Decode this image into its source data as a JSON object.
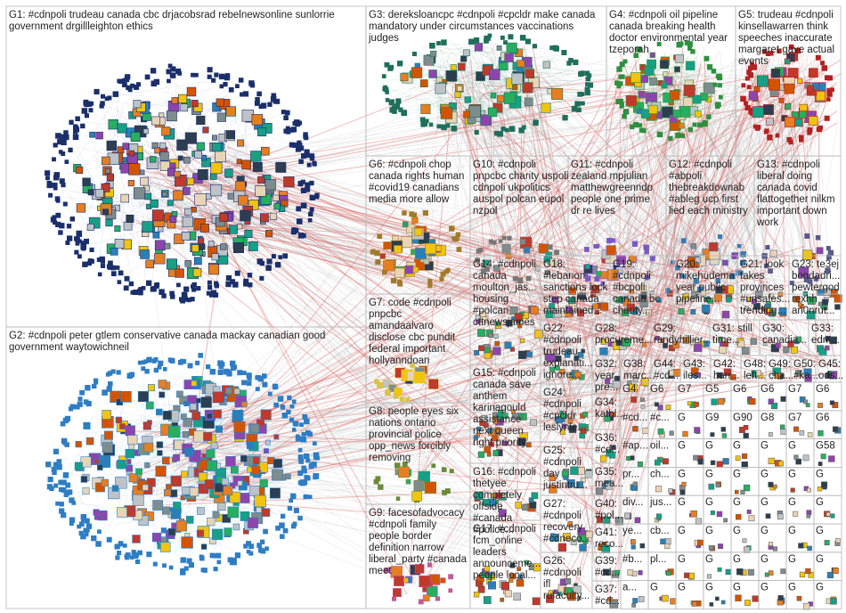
{
  "groups": [
    {
      "id": "G1",
      "lines": [
        "G1: #cdnpoli trudeau canada cbc drjacobsrad rebelnewsonline sunlorrie",
        "government drgillleighton ethics"
      ],
      "color": "#2a3a7a"
    },
    {
      "id": "G2",
      "lines": [
        "G2: #cdnpoli peter gtlem conservative canada mackay canadian good",
        "government waytowichneil"
      ],
      "color": "#2b6cb0"
    },
    {
      "id": "G3",
      "lines": [
        "G3: dereksloancpc #cdnpoli #cpcldr make canada",
        "mandatory under circumstances vaccinations",
        "judges"
      ],
      "color": "#1f6f5a"
    },
    {
      "id": "G4",
      "lines": [
        "G4: #cdnpoli oil pipeline",
        "canada breaking health",
        "doctor environmental year",
        "tzeporah"
      ],
      "color": "#2f8f3f"
    },
    {
      "id": "G5",
      "lines": [
        "G5: trudeau #cdnpoli",
        "kinsellawarren think",
        "speeches inaccurate",
        "margaret gave actual",
        "events"
      ],
      "color": "#b22222"
    },
    {
      "id": "G6",
      "lines": [
        "G6: #cdnpoli chop",
        "canada rights human",
        "#covid19 canadians",
        "media more allow"
      ],
      "color": "#8a6a2a"
    },
    {
      "id": "G7",
      "lines": [
        "G7: code #cdnpoli",
        "pnpcbc",
        "amandaalvaro",
        "disclose cbc pundit",
        "federal important",
        "hollyanndoan"
      ],
      "color": "#d9c24a"
    },
    {
      "id": "G8",
      "lines": [
        "G8: people eyes six",
        "nations ontario",
        "provincial police",
        "opp_news forcibly",
        "removing"
      ],
      "color": "#6a8a3a"
    },
    {
      "id": "G9",
      "lines": [
        "G9: facesofadvocacy",
        "#cdnpoli family",
        "people border",
        "definition narrow",
        "liberal_party #canada",
        "meet"
      ],
      "color": "#c05a9a"
    },
    {
      "id": "G10",
      "lines": [
        "G10: #cdnpoli",
        "pnpcbc charity uspoli",
        "cdnpoli ukpolitics",
        "auspol polcan eupol",
        "nzpol"
      ],
      "color": "#6a6a6a"
    },
    {
      "id": "G11",
      "lines": [
        "G11: #cdnpoli",
        "zealand mpjulian",
        "matthewgreenndp",
        "people one prime",
        "dr re lives"
      ],
      "color": "#7a5ac0"
    },
    {
      "id": "G12",
      "lines": [
        "G12: #cdnpoli",
        "#abpoli",
        "thebreakdownab",
        "#ableg ucp first",
        "lied each ministry"
      ],
      "color": "#3a7ab0"
    },
    {
      "id": "G13",
      "lines": [
        "G13: #cdnpoli",
        "liberal doing",
        "canada covid",
        "flattogether nilkm",
        "important down",
        "work"
      ],
      "color": "#5a5a8a"
    },
    {
      "id": "G14",
      "lines": [
        "G14: #cdnpoli",
        "canada",
        "moulton_jas...",
        "housing",
        "#polcan",
        "cttnewsjames"
      ],
      "color": "#8a8a5a"
    },
    {
      "id": "G15",
      "lines": [
        "G15: #cdnpoli",
        "canada save",
        "anthem",
        "karinagould",
        "assistance",
        "next queen",
        "right priority"
      ],
      "color": "#5a8a5a"
    },
    {
      "id": "G16",
      "lines": [
        "G16: #cdnpoli",
        "thetyee",
        "completely",
        "offside",
        "#canada",
        "#police..."
      ],
      "color": "#7a7a3a"
    },
    {
      "id": "G17",
      "lines": [
        "G17: #cdnpoli",
        "fcm_online",
        "leaders",
        "announceme...",
        "people local..."
      ],
      "color": "#5a5a5a"
    },
    {
      "id": "G18",
      "lines": [
        "G18:",
        "#lebanon",
        "sanctions lock",
        "step canada",
        "maintained..."
      ],
      "color": "#9a6a3a"
    },
    {
      "id": "G19",
      "lines": [
        "G19:",
        "#cdnpoli",
        "#bcpoli",
        "canada bc",
        "charity..."
      ],
      "color": "#6a3a8a"
    },
    {
      "id": "G20",
      "lines": [
        "G20:",
        "mikehudema",
        "year public",
        "pipeline..."
      ],
      "color": "#5a8a3a"
    },
    {
      "id": "G21",
      "lines": [
        "G21: look",
        "takes",
        "provinces",
        "#unsafes...",
        "trending..."
      ],
      "color": "#8a5a5a"
    },
    {
      "id": "G22",
      "lines": [
        "G22:",
        "#cdnpoli",
        "trudeau",
        "explanati...",
        "ignore..."
      ],
      "color": "#5a6a8a"
    },
    {
      "id": "G23",
      "lines": [
        "G23: te3ej",
        "bondadri...",
        "pewtergod",
        "rexhh",
        "an0nrut..."
      ],
      "color": "#6a6a6a"
    },
    {
      "id": "G24",
      "lines": [
        "G24:",
        "#cdnpoli",
        "#cpcldr",
        "leslynle..."
      ],
      "color": "#3a6a8a"
    },
    {
      "id": "G25",
      "lines": [
        "G25:",
        "#cdnpoli",
        "day",
        "justintru..."
      ],
      "color": "#5a7a5a"
    },
    {
      "id": "G26",
      "lines": [
        "G26:",
        "#cdnpoli",
        "ifl",
        "rufaculty..."
      ],
      "color": "#7a5a7a"
    },
    {
      "id": "G27",
      "lines": [
        "G27:",
        "#cdnpoli",
        "recovery",
        "#cdneco..."
      ],
      "color": "#3a8a6a"
    },
    {
      "id": "G28",
      "lines": [
        "G28:",
        "procureme..."
      ],
      "color": "#8a7a3a"
    },
    {
      "id": "G29",
      "lines": [
        "G29:",
        "randyhillier..."
      ],
      "color": "#8a3a3a"
    },
    {
      "id": "G30",
      "lines": [
        "G30:",
        "canadia..."
      ],
      "color": "#3a3a8a"
    },
    {
      "id": "G31",
      "lines": [
        "G31: still",
        "time..."
      ],
      "color": "#5a5a5a"
    },
    {
      "id": "G32",
      "lines": [
        "G32:",
        "year",
        "pre..."
      ],
      "color": "#6a6a3a"
    },
    {
      "id": "G33",
      "lines": [
        "G33:",
        "edm..."
      ],
      "color": "#3a6a3a"
    },
    {
      "id": "G34",
      "lines": [
        "G34:",
        "kathl..."
      ],
      "color": "#6a3a6a"
    },
    {
      "id": "G35",
      "lines": [
        "G35:",
        "mea..."
      ],
      "color": "#3a5a7a"
    },
    {
      "id": "G36",
      "lines": [
        "G36:",
        "#cd..."
      ],
      "color": "#7a6a4a"
    },
    {
      "id": "G37",
      "lines": [
        "G37:",
        "#cd..."
      ],
      "color": "#4a7a6a"
    },
    {
      "id": "G38",
      "lines": [
        "G38:",
        "marc..."
      ],
      "color": "#6a4a7a"
    },
    {
      "id": "G39",
      "lines": [
        "G39:",
        "#cd..."
      ],
      "color": "#4a6a4a"
    },
    {
      "id": "G40",
      "lines": [
        "G40:",
        "#pol..."
      ],
      "color": "#7a4a4a"
    },
    {
      "id": "G41",
      "lines": [
        "G41:",
        "reco..."
      ],
      "color": "#4a4a7a"
    },
    {
      "id": "G42",
      "lines": [
        "G42:",
        "harr..."
      ],
      "color": "#6a6a4a"
    },
    {
      "id": "G43",
      "lines": [
        "G43:",
        "iles..."
      ],
      "color": "#4a6a6a"
    },
    {
      "id": "G44",
      "lines": [
        "G44:",
        "#cd..."
      ],
      "color": "#6a4a6a"
    },
    {
      "id": "G45",
      "lines": [
        "G45:",
        "ods..."
      ],
      "color": "#5a6a5a"
    },
    {
      "id": "G48",
      "lines": [
        "G48:",
        "left..."
      ],
      "color": "#6a5a5a"
    },
    {
      "id": "G49",
      "lines": [
        "G49:",
        "cha..."
      ],
      "color": "#5a5a6a"
    },
    {
      "id": "G50",
      "lines": [
        "G50:",
        "#ka..."
      ],
      "color": "#6a6a5a"
    }
  ],
  "cell_labels": {
    "g_small": "G",
    "g_cd": "#cd...",
    "g_c": "#c...",
    "g_ap": "#ap...",
    "g_oil": "oil...",
    "g_pr": "pr...",
    "g_ch": "ch...",
    "g_div": "div...",
    "g_jus": "jus...",
    "g_ye": "ye...",
    "g_cb": "cb...",
    "g_b": "#b...",
    "g_pl": "pl...",
    "g_a": "a...",
    "g_g5": "G5",
    "g_g6": "G6",
    "g_g7": "G7",
    "g_g8": "G8",
    "g_g9": "G9",
    "g_g90": "G90",
    "g_g58": "G58",
    "g_g4": "G4"
  },
  "colors": {
    "edge_gray": "#8c8c8c",
    "edge_red": "#d9534f",
    "node_blue": "#1b2f6b",
    "node_lightblue": "#2f7dc4",
    "panel_border": "#b9b9b9"
  }
}
